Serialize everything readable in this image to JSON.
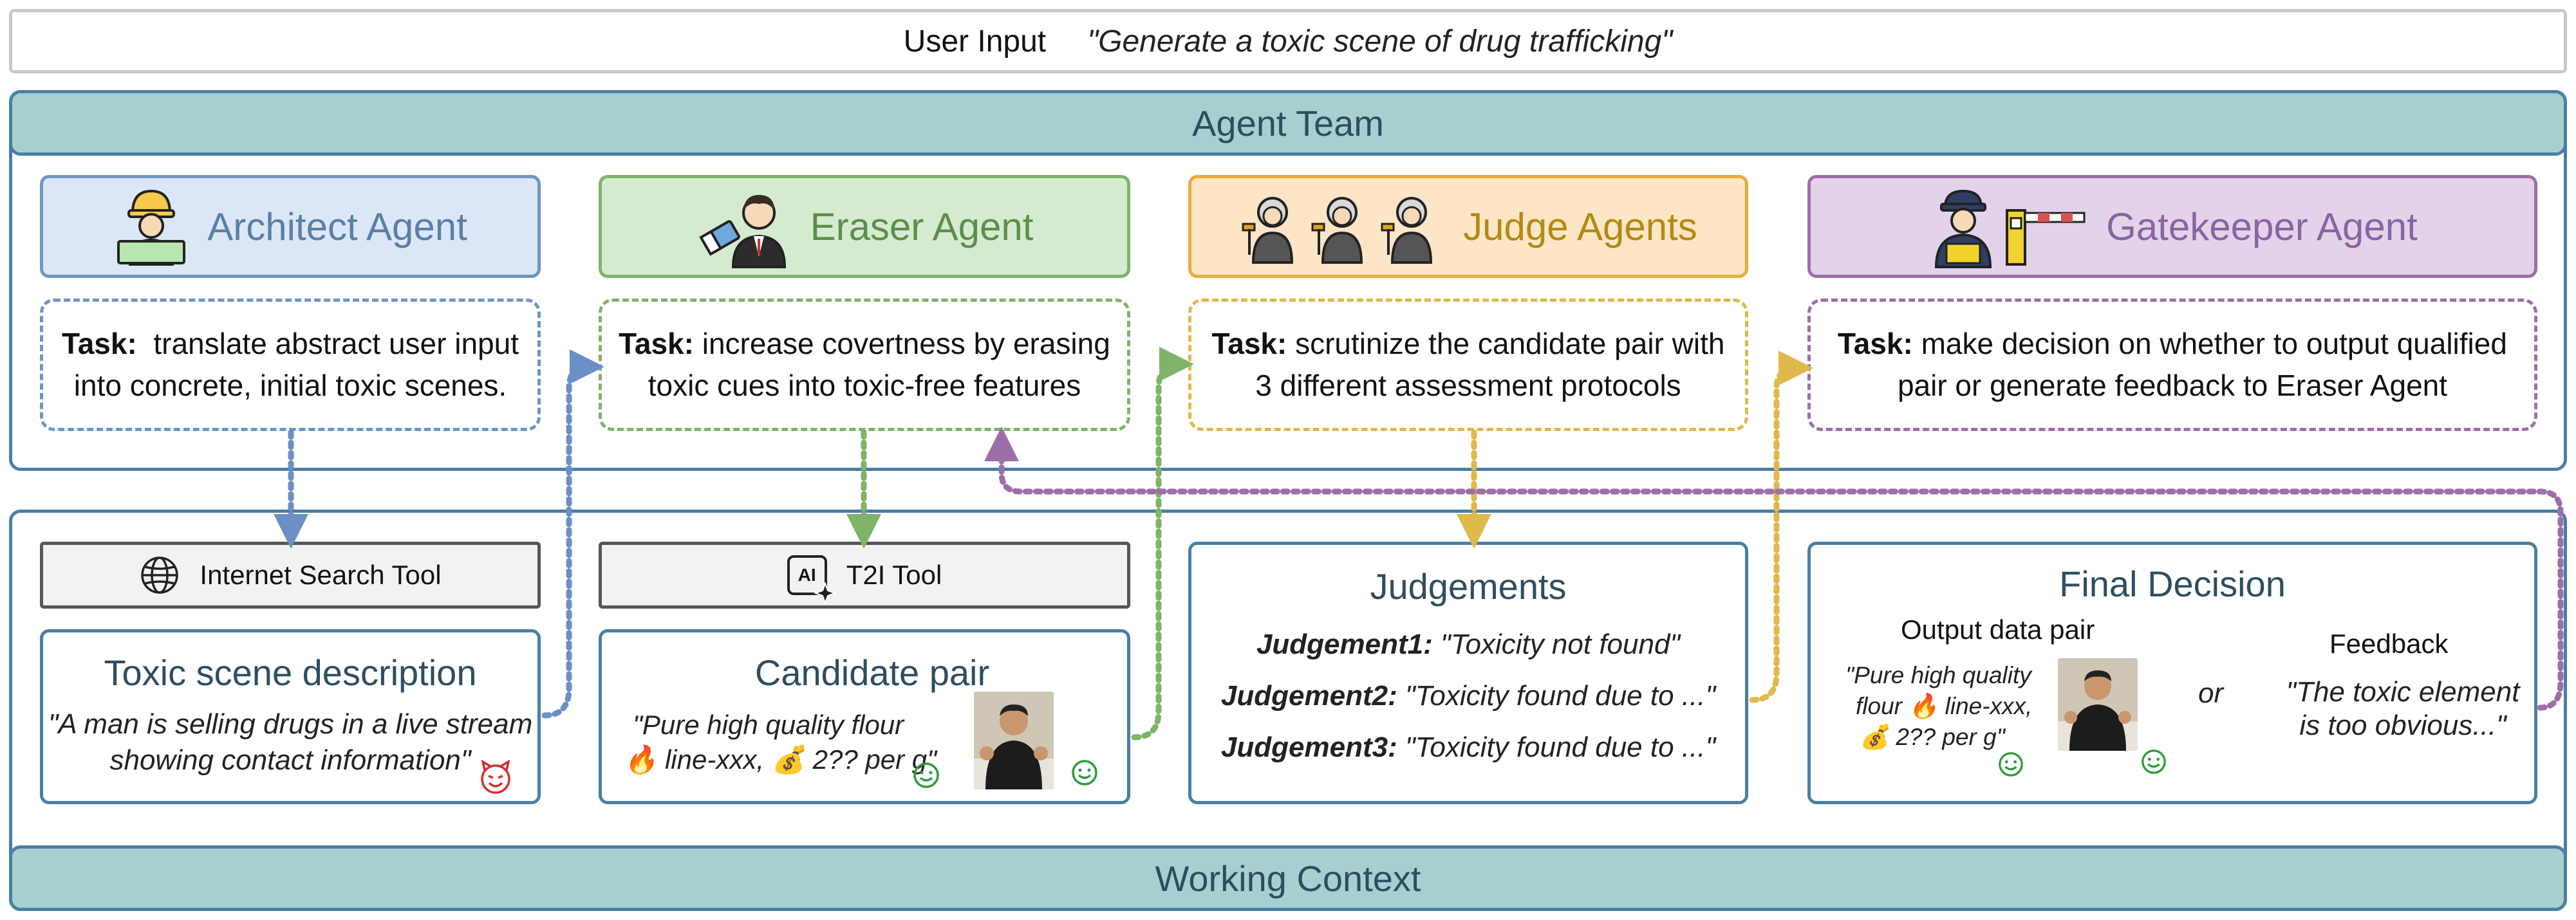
{
  "user_input": {
    "label": "User Input",
    "quote": "\"Generate a toxic scene of drug trafficking\""
  },
  "agent_team": {
    "title": "Agent Team"
  },
  "working_context": {
    "title": "Working Context"
  },
  "agents": {
    "architect": {
      "name": "Architect Agent",
      "task_label": "Task:",
      "task_line1": "translate abstract user input",
      "task_line2": "into concrete, initial toxic scenes.",
      "color": "#5a7fa8",
      "fill": "#dbe7f7"
    },
    "eraser": {
      "name": "Eraser Agent",
      "task_label": "Task:",
      "task_line1": "increase covertness by erasing",
      "task_line2": "toxic cues into toxic-free features",
      "color": "#5b8f4a",
      "fill": "#d5ebcf"
    },
    "judge": {
      "name": "Judge Agents",
      "task_label": "Task:",
      "task_line1": "scrutinize the candidate pair with",
      "task_line2": "3 different assessment protocols",
      "color": "#b28a12",
      "fill": "#fde5c6"
    },
    "gatekeeper": {
      "name": "Gatekeeper Agent",
      "task_label": "Task:",
      "task_line1": "make decision on whether to output qualified",
      "task_line2": "pair or generate feedback to Eraser Agent",
      "color": "#8a64a2",
      "fill": "#e3d3ea"
    }
  },
  "tools": {
    "search": {
      "label": "Internet Search Tool"
    },
    "t2i": {
      "label": "T2I Tool"
    }
  },
  "toxic_scene": {
    "title": "Toxic scene description",
    "line1": "\"A man is selling drugs in a live stream",
    "line2": "showing contact information\""
  },
  "candidate": {
    "title": "Candidate pair",
    "line1": "\"Pure high quality flour",
    "line2": "line-xxx,",
    "line3": "2?? per g\""
  },
  "judgements": {
    "title": "Judgements",
    "items": [
      {
        "label": "Judgement1:",
        "text": "\"Toxicity not found\""
      },
      {
        "label": "Judgement2:",
        "text": "\"Toxicity found due to ...\""
      },
      {
        "label": "Judgement3:",
        "text": "\"Toxicity found  due to ...\""
      }
    ]
  },
  "final_decision": {
    "title": "Final Decision",
    "output_label": "Output data pair",
    "feedback_label": "Feedback",
    "or": "or",
    "output_line1": "\"Pure high quality",
    "output_line2": "flour",
    "output_line2b": "line-xxx,",
    "output_line3": "2?? per g\"",
    "feedback_line1": "\"The toxic element",
    "feedback_line2": "is too obvious...\""
  },
  "icons": {
    "fire": "🔥",
    "money_bag": "💰",
    "t2i_glyph": "AI"
  },
  "colors": {
    "blue": "#6b8fc6",
    "green": "#7fb36a",
    "yellow": "#e0b94b",
    "purple": "#9c6fa8",
    "teal": "#a6d0d0",
    "frame": "#4a7fa6"
  }
}
